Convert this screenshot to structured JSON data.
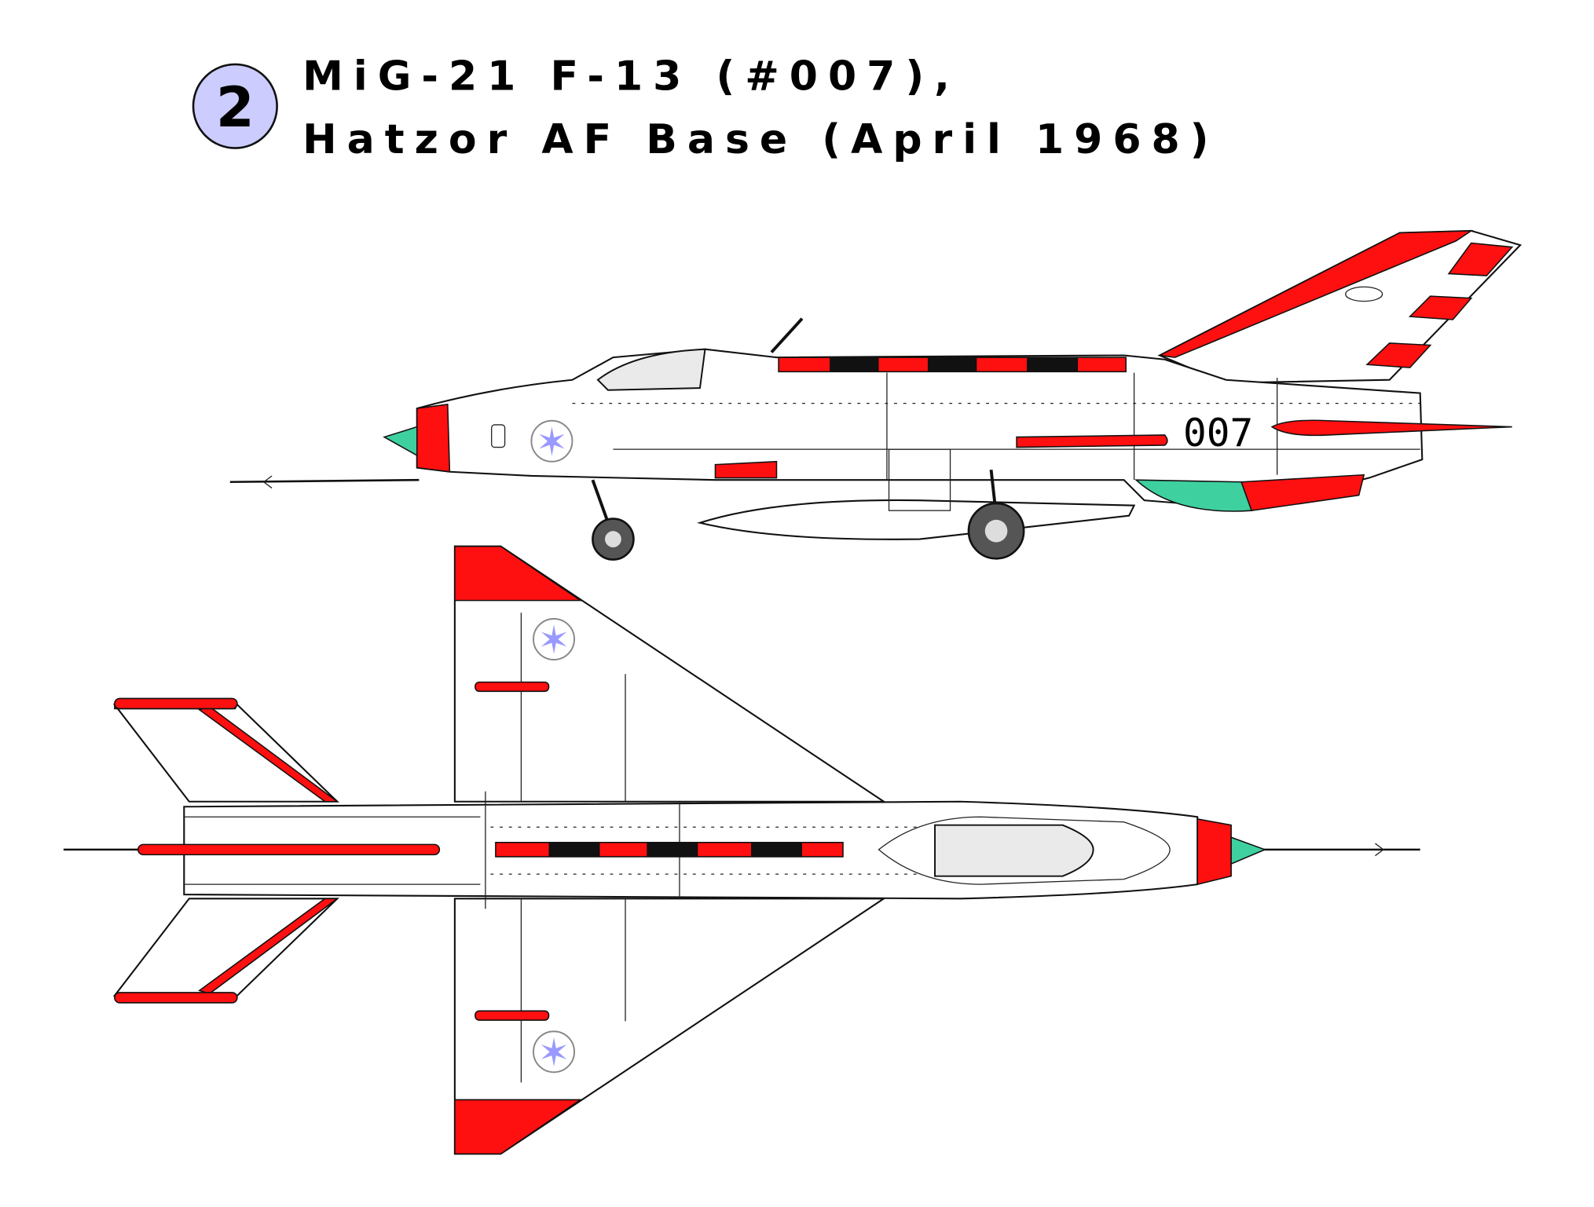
{
  "badge": {
    "number": "2",
    "fill": "#ccccff"
  },
  "title": {
    "line1": "MiG-21 F-13 (#007),",
    "line2": "Hatzor AF Base (April 1968)"
  },
  "aircraft": {
    "serial": "007"
  },
  "colors": {
    "red": "#ff1010",
    "green": "#3fd0a0",
    "roundel_star": "#9999ff"
  }
}
